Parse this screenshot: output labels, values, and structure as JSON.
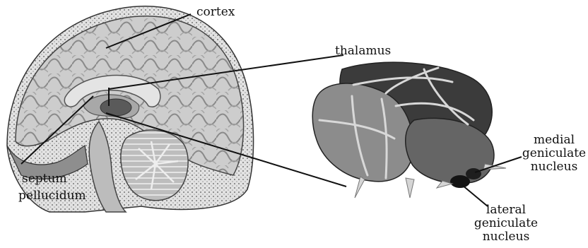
{
  "labels": {
    "cortex": "cortex",
    "thalamus": "thalamus",
    "septum_line1": "septum",
    "septum_line2": "pellucidum",
    "medial_geniculate": [
      "medial",
      "geniculate",
      "nucleus"
    ],
    "lateral_geniculate": [
      "lateral",
      "geniculate",
      "nucleus"
    ]
  },
  "colors": {
    "line": "#111111",
    "brain_light": "#cfcfcf",
    "brain_mid": "#9a9a9a",
    "brain_dark": "#555555",
    "thalamus_dark": "#2e2e2e"
  }
}
